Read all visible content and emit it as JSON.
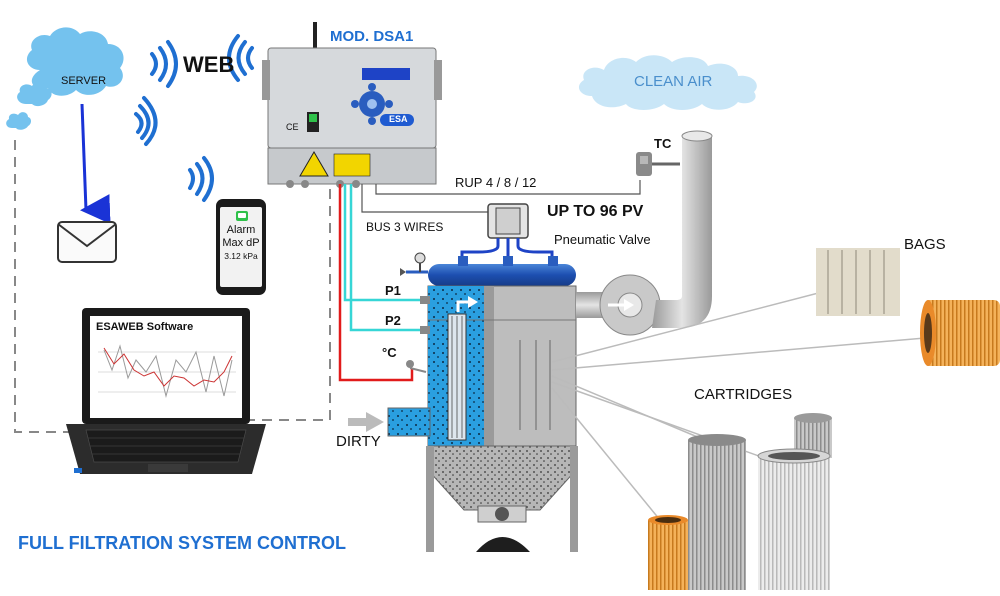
{
  "labels": {
    "server": "SERVER",
    "web": "WEB",
    "model": "MOD. DSA1",
    "clean_air": "CLEAN AIR",
    "tc": "TC",
    "rup": "RUP 4 / 8 / 12",
    "up_to": "UP TO 96 PV",
    "bus": "BUS 3 WIRES",
    "pneumatic_valve": "Pneumatic Valve",
    "bags": "BAGS",
    "cartridges": "CARTRIDGES",
    "p1": "P1",
    "p2": "P2",
    "temp": "°C",
    "dirty": "DIRTY",
    "software": "ESAWEB Software",
    "footer_title": "FULL FILTRATION SYSTEM CONTROL",
    "esa_logo": "ESA",
    "ce_mark": "CE"
  },
  "phone": {
    "line1": "Alarm",
    "line2": "Max dP",
    "line3": "3.12 kPa"
  },
  "colors": {
    "accent_blue": "#1f6fd1",
    "cyan_line": "#36d6d6",
    "red_line": "#e11b1b",
    "email_arrow": "#1a33d6",
    "dust_blue": "#2a9fe0",
    "housing_grey": "#b4b4b4",
    "cloud_blue": "#74c2ee"
  }
}
